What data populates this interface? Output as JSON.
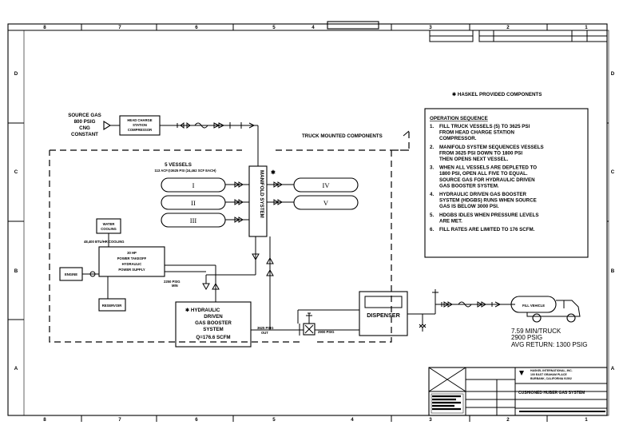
{
  "border": {
    "top_numbers": [
      "8",
      "7",
      "6",
      "5",
      "4",
      "3",
      "2",
      "1"
    ],
    "bottom_numbers": [
      "8",
      "7",
      "6",
      "5",
      "4",
      "3",
      "2",
      "1"
    ],
    "left_letters": [
      "D",
      "C",
      "B",
      "A"
    ],
    "right_letters": [
      "D",
      "C",
      "B",
      "A"
    ]
  },
  "legend_note": "✱ HASKEL PROVIDED COMPONENTS",
  "source_gas": [
    "SOURCE GAS",
    "800 PSIG",
    "CNG",
    "CONSTANT"
  ],
  "head_charge": [
    "HEAD CHARGE",
    "STATION",
    "COMPRESSOR"
  ],
  "truck_mounted": "TRUCK MOUNTED COMPONENTS",
  "vessels_label": [
    "5 VESSELS",
    "113 ACF@3625 PSI (24,462 SCF EACH)"
  ],
  "vessels": [
    "I",
    "II",
    "III",
    "IV",
    "V"
  ],
  "manifold": "MANIFOLD SYSTEM",
  "water_cooling": [
    "WATER",
    "COOLING"
  ],
  "cooling_rate": "48,400 BTU/HR COOLING",
  "power_unit": [
    "30 HP",
    "POWER TAKEOFF",
    "HYDRAULIC",
    "POWER SUPPLY"
  ],
  "engine": "ENGINE",
  "reservoir": "RESERVOIR",
  "pressure_min": [
    "2250 PSIG",
    "MIN"
  ],
  "booster": [
    "✱ HYDRAULIC",
    "DRIVEN",
    "GAS BOOSTER",
    "SYSTEM",
    "Q=176.6 SCFM"
  ],
  "booster_out": [
    "3625 PSIG",
    "OUT"
  ],
  "dispenser_in": "2900 PSIG",
  "dispenser": "DISPENSER",
  "fill_vehicle": "FILL VEHICLE",
  "fill_stats": [
    "7.59 MIN/TRUCK",
    "2900 PSIG",
    "AVG RETURN: 1300 PSIG"
  ],
  "operation": {
    "title": "OPERATION SEQUENCE",
    "steps": [
      {
        "num": "1.",
        "lines": [
          "FILL TRUCK VESSELS (5) TO 3625 PSI",
          "FROM HEAD CHARGE STATION",
          "COMPRESSOR."
        ]
      },
      {
        "num": "2.",
        "lines": [
          "MANIFOLD SYSTEM SEQUENCES VESSELS",
          "FROM 3625 PSI DOWN TO 1800 PSI",
          "THEN OPENS NEXT VESSEL."
        ]
      },
      {
        "num": "3.",
        "lines": [
          "WHEN ALL VESSELS ARE DEPLETED TO",
          "1800 PSI, OPEN ALL FIVE TO EQUAL.",
          "SOURCE GAS FOR HYDRAULIC DRIVEN",
          "GAS BOOSTER SYSTEM."
        ]
      },
      {
        "num": "4.",
        "lines": [
          "HYDRAULIC DRIVEN GAS BOOSTER",
          "SYSTEM (HDGBS) RUNS WHEN SOURCE",
          "GAS IS BELOW 3000 PSI."
        ]
      },
      {
        "num": "5.",
        "lines": [
          "HDGBS IDLES WHEN PRESSURE LEVELS",
          "ARE MET."
        ]
      },
      {
        "num": "6.",
        "lines": [
          "FILL RATES ARE LIMITED TO 176 SCFM."
        ]
      }
    ]
  },
  "title_block": {
    "drawing_title": "CUSHIONED HUBER GAS SYSTEM",
    "company": [
      "HASKEL INTERNATIONAL, INC.",
      "100 EAST GRAHAM PLACE",
      "BURBANK, CALIFORNIA 91502"
    ]
  },
  "colors": {
    "ink": "#000000",
    "paper": "#ffffff"
  }
}
